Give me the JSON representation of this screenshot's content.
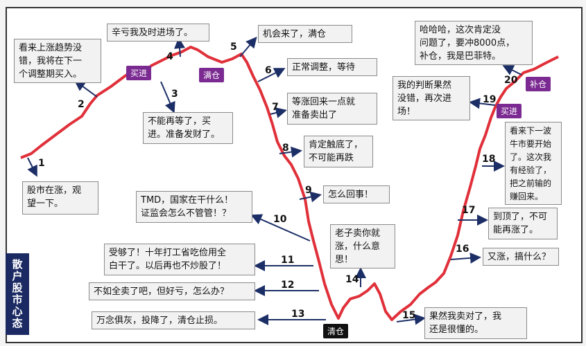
{
  "side_title": "散户股市心态",
  "tags": {
    "buy_in": "买进",
    "full_position": "满仓",
    "clear_position": "清仓",
    "buy_in_2": "买进",
    "add_position": "补仓"
  },
  "stages": [
    {
      "n": "1",
      "text": "股市在涨，观\n望一下。"
    },
    {
      "n": "2",
      "text": "看来上涨趋势没\n错，我将在下一\n个调整期买入。"
    },
    {
      "n": "3",
      "text": "不能再等了，买\n进。准备发财了。"
    },
    {
      "n": "4",
      "text": "辛亏我及时进场了。"
    },
    {
      "n": "5",
      "text": "机会来了，满仓"
    },
    {
      "n": "6",
      "text": "正常调整，等待"
    },
    {
      "n": "7",
      "text": "等涨回来一点就\n准备卖出了"
    },
    {
      "n": "8",
      "text": "肯定触底了，\n不可能再跌"
    },
    {
      "n": "9",
      "text": "怎么回事！"
    },
    {
      "n": "10",
      "text": "TMD，国家在干什么！\n证监会怎么不管管！？"
    },
    {
      "n": "11",
      "text": "受够了！十年打工省吃俭用全\n白干了。以后再也不炒股了！"
    },
    {
      "n": "12",
      "text": "不如全卖了吧，但好亏，怎么办？"
    },
    {
      "n": "13",
      "text": "万念俱灰，投降了，清仓止损。"
    },
    {
      "n": "14",
      "text": "老子卖你就\n涨，什么意\n思！"
    },
    {
      "n": "15",
      "text": "果然我卖对了，我\n还是很懂的。"
    },
    {
      "n": "16",
      "text": "又涨，搞什么？"
    },
    {
      "n": "17",
      "text": "到顶了，不可\n能再涨了。"
    },
    {
      "n": "18",
      "text": "看来下一波\n牛市要开始\n了。这次我\n有经验了，\n把之前输的\n赚回来。"
    },
    {
      "n": "19",
      "text": "我的判断果然\n没错，再次进\n场！"
    },
    {
      "n": "20",
      "text": "哈哈哈，这次肯定没\n问题了，要冲8000点，\n补仓，我是巴菲特。"
    }
  ],
  "colors": {
    "curve": "#e0303a",
    "tag": "#7b2a92",
    "side": "#1b2a63"
  }
}
